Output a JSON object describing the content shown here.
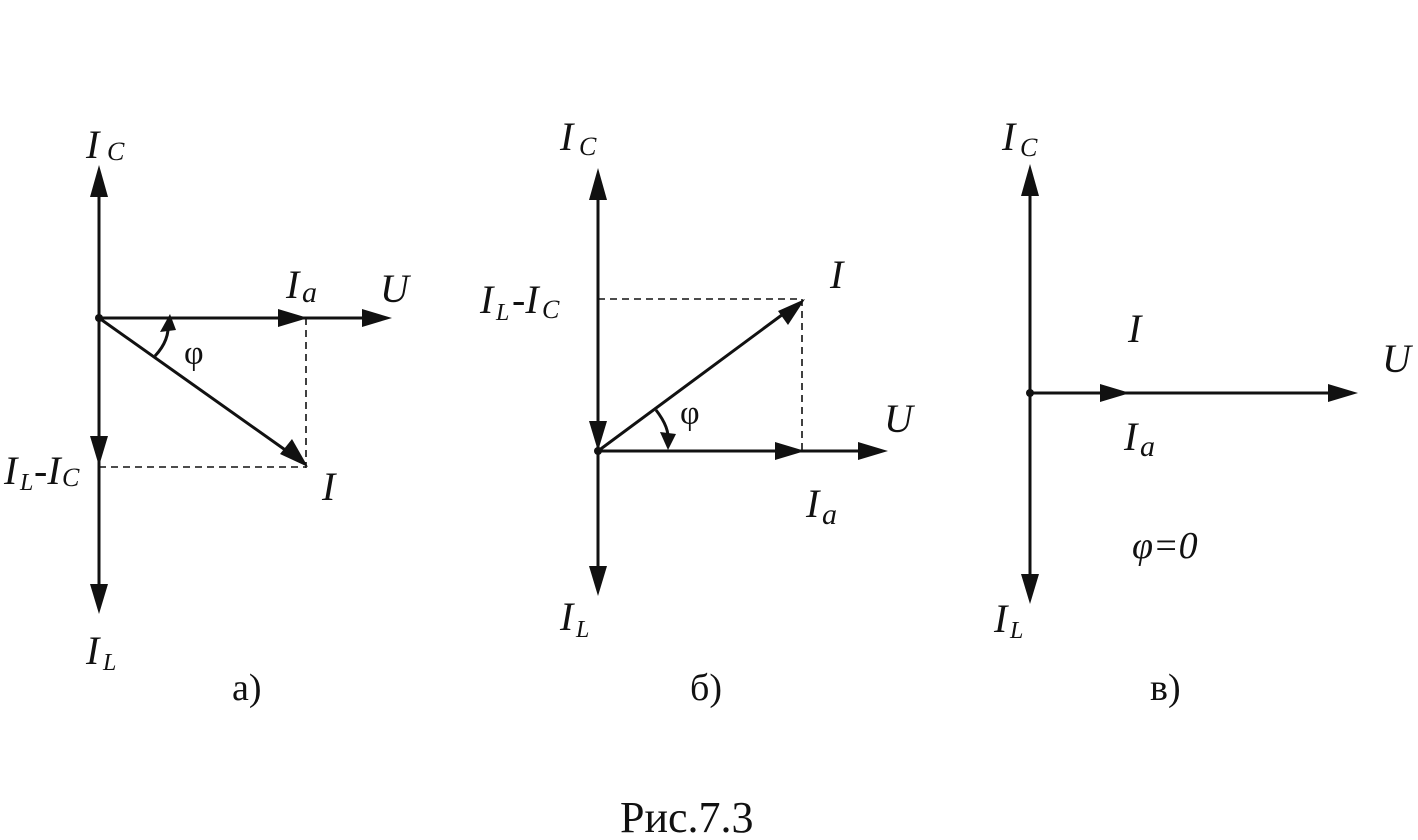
{
  "labels": {
    "ic": "I",
    "ic_sub": "C",
    "il": "I",
    "il_sub": "L",
    "ia": "I",
    "ia_sub": "a",
    "u": "U",
    "i": "I",
    "diff_i1": "I",
    "diff_sub1": "L",
    "diff_mid": "-I",
    "diff_sub2": "C",
    "phi": "φ",
    "phi_zero": "φ=0"
  },
  "panels": {
    "a": {
      "caption": "а)"
    },
    "b": {
      "caption": "б)"
    },
    "c": {
      "caption": "в)"
    }
  },
  "figure_caption": "Рис.7.3"
}
